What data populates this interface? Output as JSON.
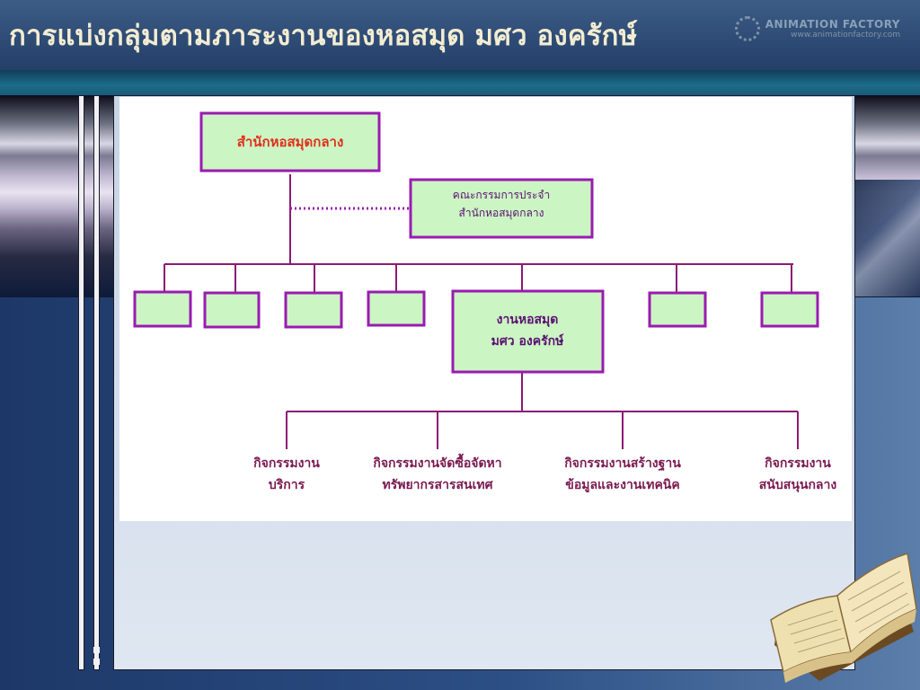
{
  "slide": {
    "title": "การแบ่งกลุ่มตามภาระงานของหอสมุด มศว องครักษ์",
    "logo_name": "ANIMATION FACTORY",
    "logo_url": "www.animationfactory.com"
  },
  "org_chart": {
    "root": "สำนักหอสมุดกลาง",
    "committee": [
      "คณะกรรมการประจำ",
      "สำนักหอสมุดกลาง"
    ],
    "branch": [
      "งานหอสมุด",
      "มศว องครักษ์"
    ],
    "activities": [
      [
        "กิจกรรมงาน",
        "บริการ"
      ],
      [
        "กิจกรรมงานจัดซื้อจัดหา",
        "ทรัพยากรสารสนเทศ"
      ],
      [
        "กิจกรรมงานสร้างฐาน",
        "ข้อมูลและงานเทคนิค"
      ],
      [
        "กิจกรรมงาน",
        "สนับสนุนกลาง"
      ]
    ]
  },
  "colors": {
    "box_fill": "#ccf5c4",
    "box_border": "#9a1bb0",
    "line": "#8c1a72",
    "root_text": "#e0301a",
    "node_text": "#5a1070",
    "activity_text": "#7a1a50",
    "title_text": "#f2ecd2"
  }
}
